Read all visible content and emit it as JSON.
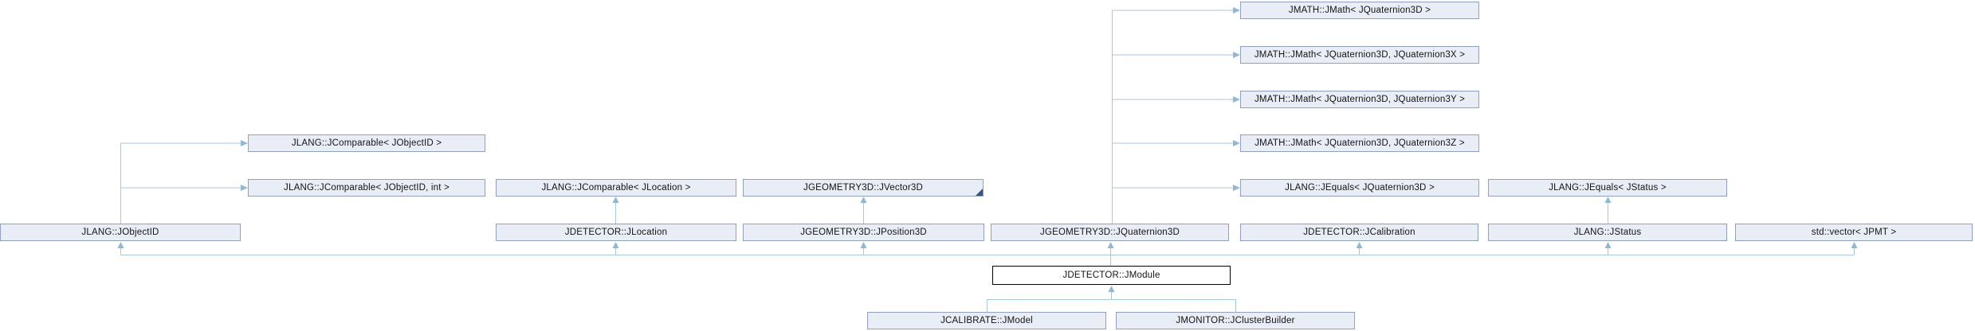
{
  "colors": {
    "background": "#ffffff",
    "node_fill": "#e9edf6",
    "node_border": "#8fa0c3",
    "edge": "#a5c8e3",
    "arrowhead": "#8cb9da",
    "text": "#131313",
    "current_node_fill": "#ffffff",
    "current_node_border": "#000000",
    "fold_marker": "#37538c"
  },
  "diagram": {
    "type": "class-inheritance-graph",
    "current_class": "JDETECTOR::JModule"
  },
  "nodes": {
    "jmath_quaternion3d": {
      "label": "JMATH::JMath< JQuaternion3D >"
    },
    "jmath_quaternion3d_x": {
      "label": "JMATH::JMath< JQuaternion3D, JQuaternion3X >"
    },
    "jmath_quaternion3d_y": {
      "label": "JMATH::JMath< JQuaternion3D, JQuaternion3Y >"
    },
    "jmath_quaternion3d_z": {
      "label": "JMATH::JMath< JQuaternion3D, JQuaternion3Z >"
    },
    "jcomparable_jobjectid": {
      "label": "JLANG::JComparable< JObjectID >"
    },
    "jcomparable_jobjectid_int": {
      "label": "JLANG::JComparable< JObjectID, int >"
    },
    "jcomparable_jlocation": {
      "label": "JLANG::JComparable< JLocation >"
    },
    "jvector3d": {
      "label": "JGEOMETRY3D::JVector3D",
      "truncated": true
    },
    "jequals_jquaternion3d": {
      "label": "JLANG::JEquals< JQuaternion3D >"
    },
    "jequals_jstatus": {
      "label": "JLANG::JEquals< JStatus >"
    },
    "jobjectid": {
      "label": "JLANG::JObjectID"
    },
    "jlocation": {
      "label": "JDETECTOR::JLocation"
    },
    "jposition3d": {
      "label": "JGEOMETRY3D::JPosition3D"
    },
    "jquaternion3d": {
      "label": "JGEOMETRY3D::JQuaternion3D"
    },
    "jcalibration": {
      "label": "JDETECTOR::JCalibration"
    },
    "jstatus": {
      "label": "JLANG::JStatus"
    },
    "vector_jpmt": {
      "label": "std::vector< JPMT >"
    },
    "jmodule": {
      "label": "JDETECTOR::JModule"
    },
    "jmodel": {
      "label": "JCALIBRATE::JModel"
    },
    "jclusterbuilder": {
      "label": "JMONITOR::JClusterBuilder"
    }
  }
}
